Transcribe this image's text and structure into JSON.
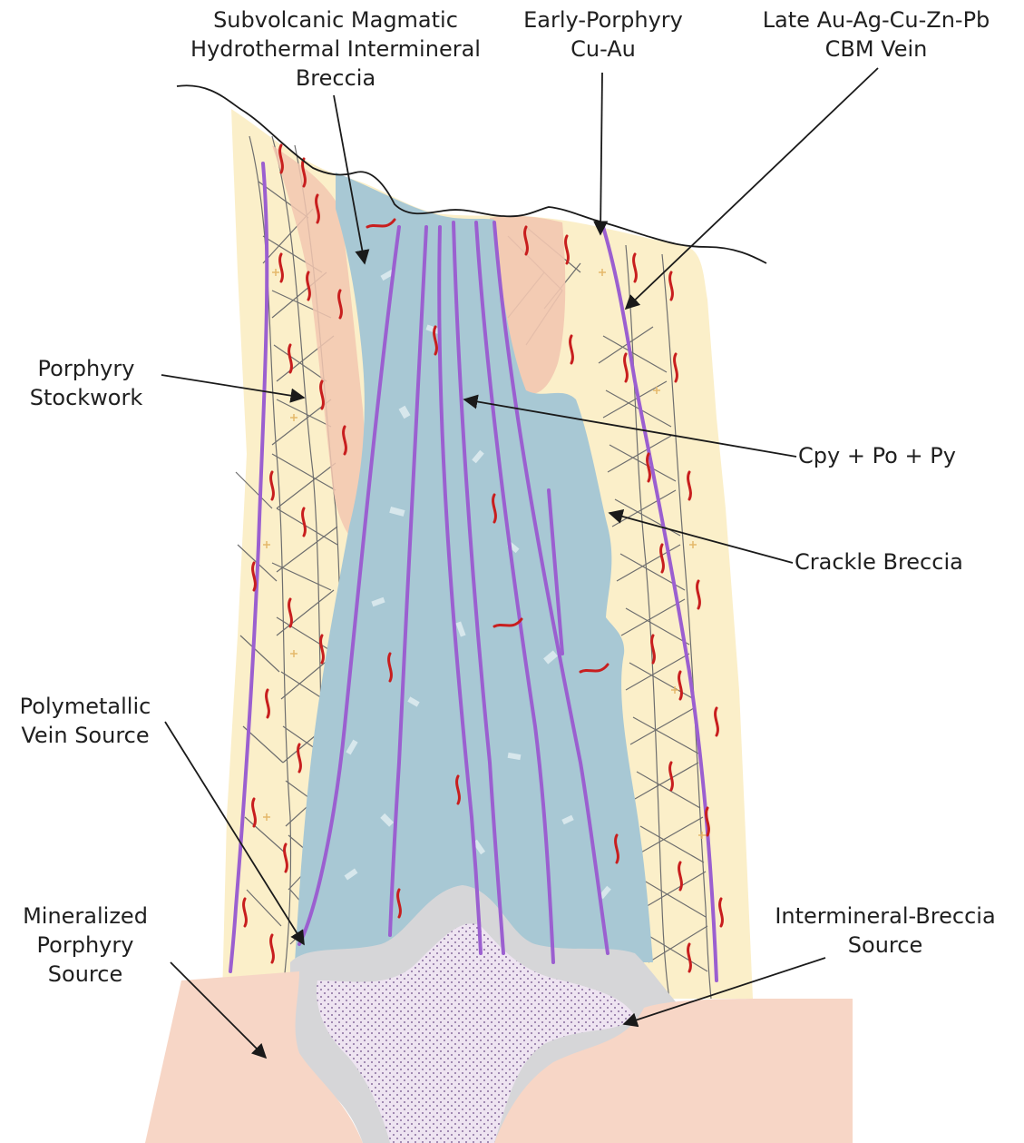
{
  "colors": {
    "host_rock": "#fbefc9",
    "breccia_body": "#a8c8d4",
    "porphyry_intrusion": "#f7d6c6",
    "early_porphyry_patch": "#f2c7b0",
    "source_gray": "#d6d6d8",
    "source_core": "#eadff0",
    "purple_vein": "#9b5fd0",
    "red_veinlet": "#c81e1e",
    "stockwork_line": "#6e6e6e",
    "arrow": "#1a1a1a"
  },
  "labels": {
    "subvolcanic": [
      "Subvolcanic Magmatic",
      "Hydrothermal Intermineral",
      "Breccia"
    ],
    "early_porphyry": [
      "Early-Porphyry",
      "Cu-Au"
    ],
    "late_vein": [
      "Late Au-Ag-Cu-Zn-Pb",
      "CBM Vein"
    ],
    "porphyry_stockwork": [
      "Porphyry",
      "Stockwork"
    ],
    "sulfides": [
      "Cpy + Po + Py"
    ],
    "crackle_breccia": [
      "Crackle Breccia"
    ],
    "polymetallic_source": [
      "Polymetallic",
      "Vein Source"
    ],
    "mineralized_porphyry": [
      "Mineralized",
      "Porphyry",
      "Source"
    ],
    "intermineral_source": [
      "Intermineral-Breccia",
      "Source"
    ]
  }
}
